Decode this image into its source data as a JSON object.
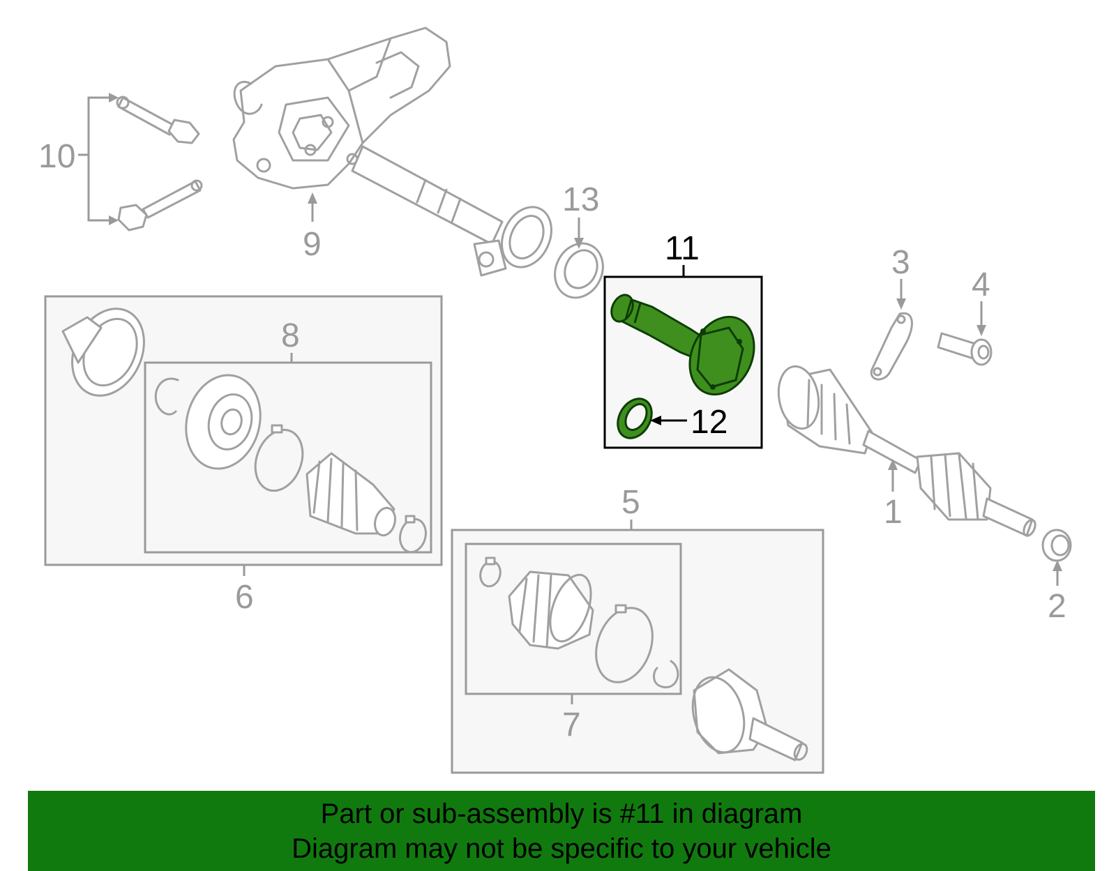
{
  "colors": {
    "banner_background": "#117a0f",
    "highlight_part": "#3f8f1f",
    "part_outline": "#a0a0a0",
    "box_fill": "#f7f7f7"
  },
  "callouts": {
    "c1": "1",
    "c2": "2",
    "c3": "3",
    "c4": "4",
    "c5": "5",
    "c6": "6",
    "c7": "7",
    "c8": "8",
    "c9": "9",
    "c10": "10",
    "c11": "11",
    "c12": "12",
    "c13": "13"
  },
  "banner": {
    "line1": "Part or sub-assembly is #11 in diagram",
    "line2": "Diagram may not be specific to your vehicle"
  }
}
